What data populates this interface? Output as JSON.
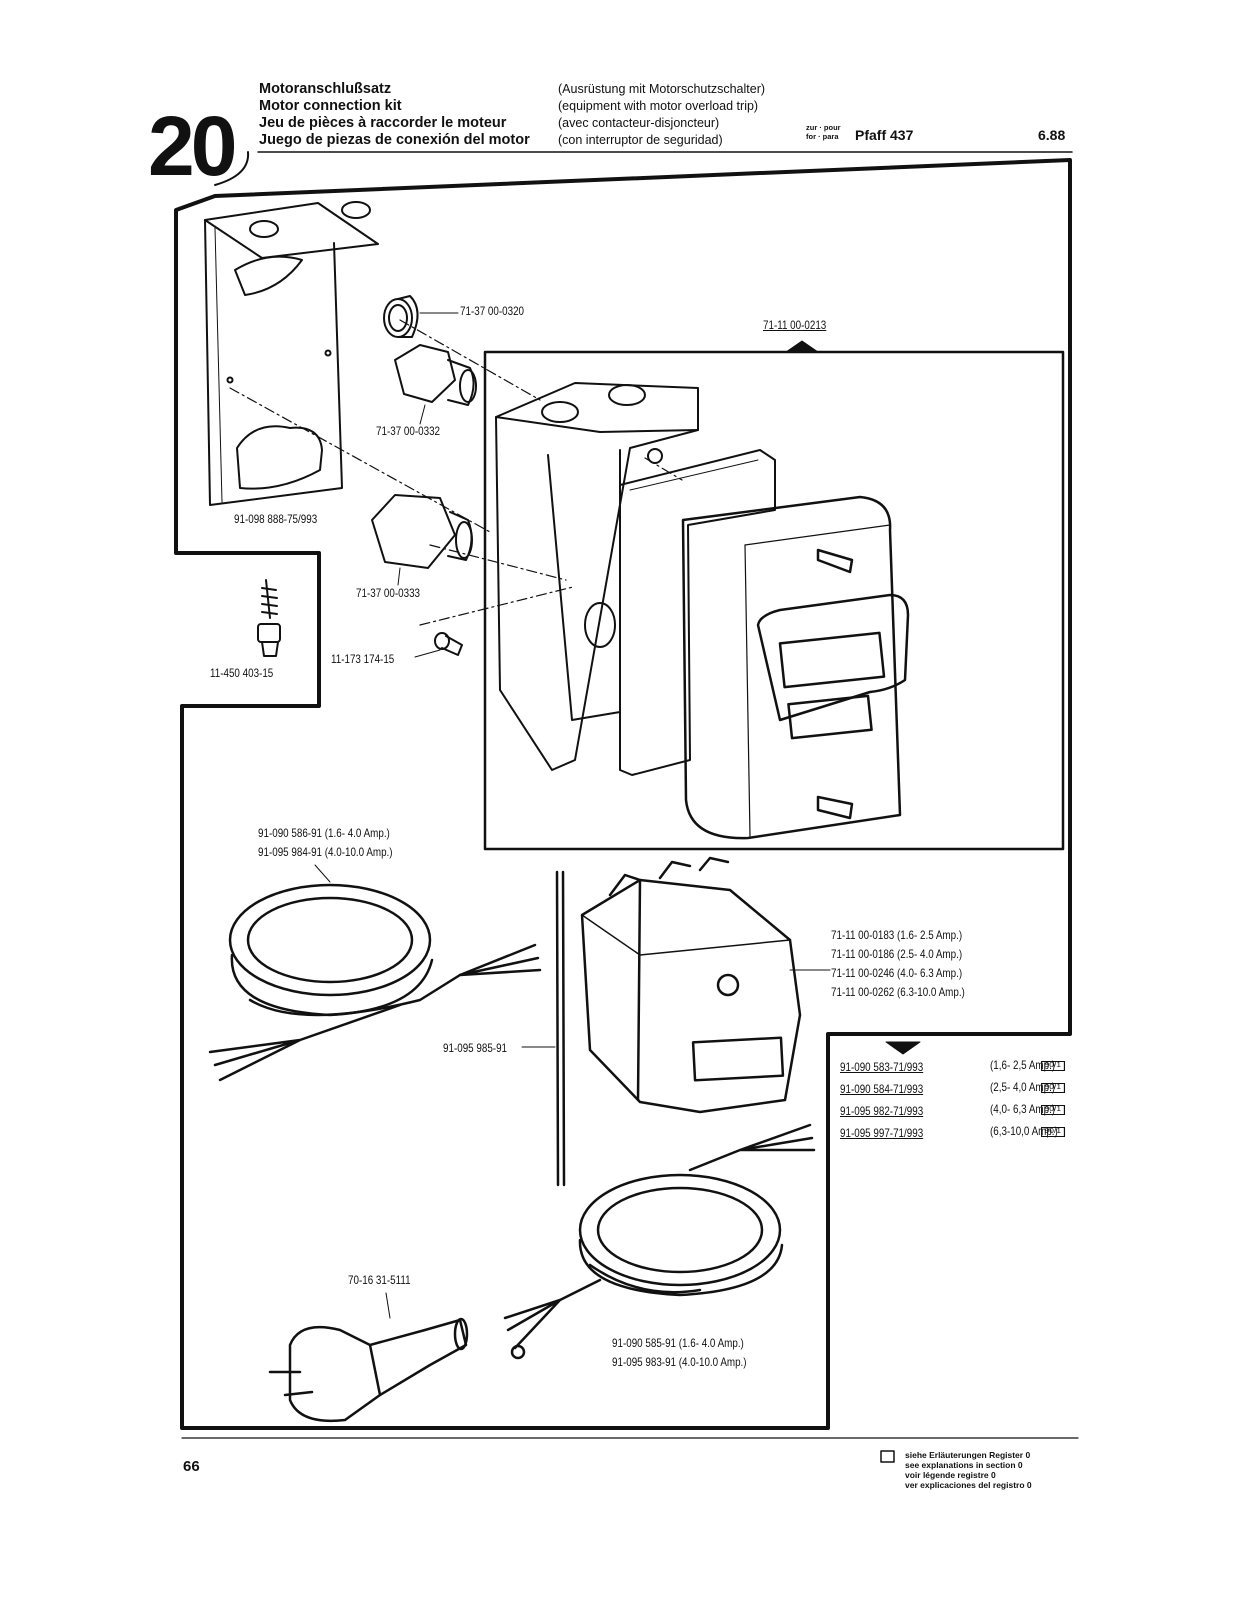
{
  "header": {
    "section_number": "20",
    "titles": [
      "Motoranschlußsatz",
      "Motor connection kit",
      "Jeu de pièces à raccorder le moteur",
      "Juego de piezas de conexión del motor"
    ],
    "subtitles": [
      "(Ausrüstung mit Motorschutzschalter)",
      "(equipment with motor overload trip)",
      "(avec contacteur-disjoncteur)",
      "(con interruptor de seguridad)"
    ],
    "for_label_1": "zur · pour",
    "for_label_2": "for · para",
    "machine": "Pfaff 437",
    "edition": "6.88"
  },
  "parts": {
    "plug_ring": "71-37 00-0320",
    "gland_small": "71-37 00-0332",
    "bracket": "91-098 888-75/993",
    "gland_large": "71-37 00-0333",
    "screw_small": "11-173 174-15",
    "wood_screw": "11-450 403-15",
    "housing_assembly": "71-11 00-0213",
    "cable_a": [
      "91-090 586-91 (1.6- 4.0 Amp.)",
      "91-095 984-91 (4.0-10.0 Amp.)"
    ],
    "contactors": [
      "71-11 00-0183 (1.6- 2.5 Amp.)",
      "71-11 00-0186 (2.5- 4.0 Amp.)",
      "71-11 00-0246 (4.0- 6.3 Amp.)",
      "71-11 00-0262 (6.3-10.0 Amp.)"
    ],
    "rod": "91-095 985-91",
    "kits": [
      {
        "number": "91-090 583-71/993",
        "range": "(1,6- 2,5 Amp.)"
      },
      {
        "number": "91-090 584-71/993",
        "range": "(2,5- 4,0 Amp.)"
      },
      {
        "number": "91-095 982-71/993",
        "range": "(4,0- 6,3 Amp.)"
      },
      {
        "number": "91-095 997-71/993",
        "range": "(6,3-10,0 Amp.)"
      }
    ],
    "badge": "90/1",
    "plug": "70-16 31-5111",
    "cable_b": [
      "91-090 585-91 (1.6- 4.0 Amp.)",
      "91-095 983-91 (4.0-10.0 Amp.)"
    ]
  },
  "footer": {
    "page_number": "66",
    "notes": [
      "siehe Erläuterungen Register 0",
      "see explanations in section 0",
      "voir légende registre 0",
      "ver explicaciones del registro 0"
    ]
  }
}
